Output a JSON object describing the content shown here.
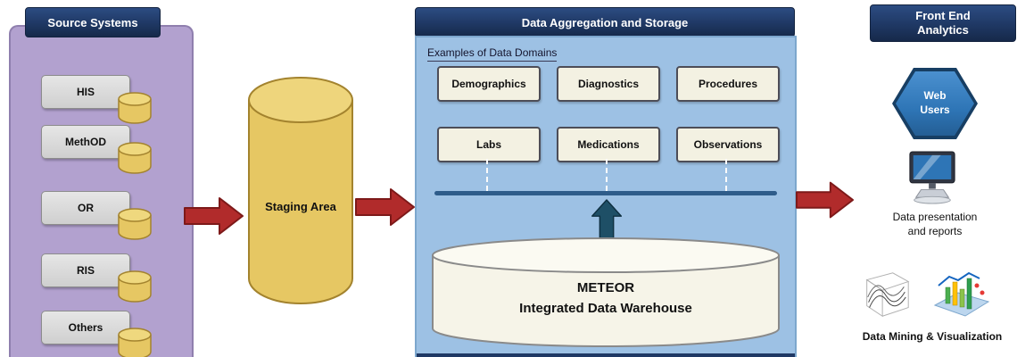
{
  "colors": {
    "header_navy": "#1f3864",
    "panel_purple": "#b2a1cf",
    "panel_blue": "#9dc1e4",
    "cylinder_gold": "#e6c763",
    "arrow_red": "#b12b2b",
    "box_cream": "#f3f1e2",
    "hexagon_blue": "#2e75b6",
    "connector_blue": "#2e5c8a"
  },
  "source_systems": {
    "title": "Source Systems",
    "items": [
      "HIS",
      "MethOD",
      "OR",
      "RIS",
      "Others"
    ]
  },
  "staging": {
    "label": "Staging Area"
  },
  "aggregation": {
    "title": "Data Aggregation and Storage",
    "domains_caption": "Examples of Data Domains",
    "domains": [
      "Demographics",
      "Diagnostics",
      "Procedures",
      "Labs",
      "Medications",
      "Observations"
    ],
    "warehouse": {
      "line1": "METEOR",
      "line2": "Integrated Data Warehouse"
    }
  },
  "frontend": {
    "title_line1": "Front End",
    "title_line2": "Analytics",
    "web_users": {
      "line1": "Web",
      "line2": "Users"
    },
    "presentation": {
      "line1": "Data presentation",
      "line2": "and reports"
    },
    "mining_caption": "Data Mining &amp; Visualization"
  }
}
